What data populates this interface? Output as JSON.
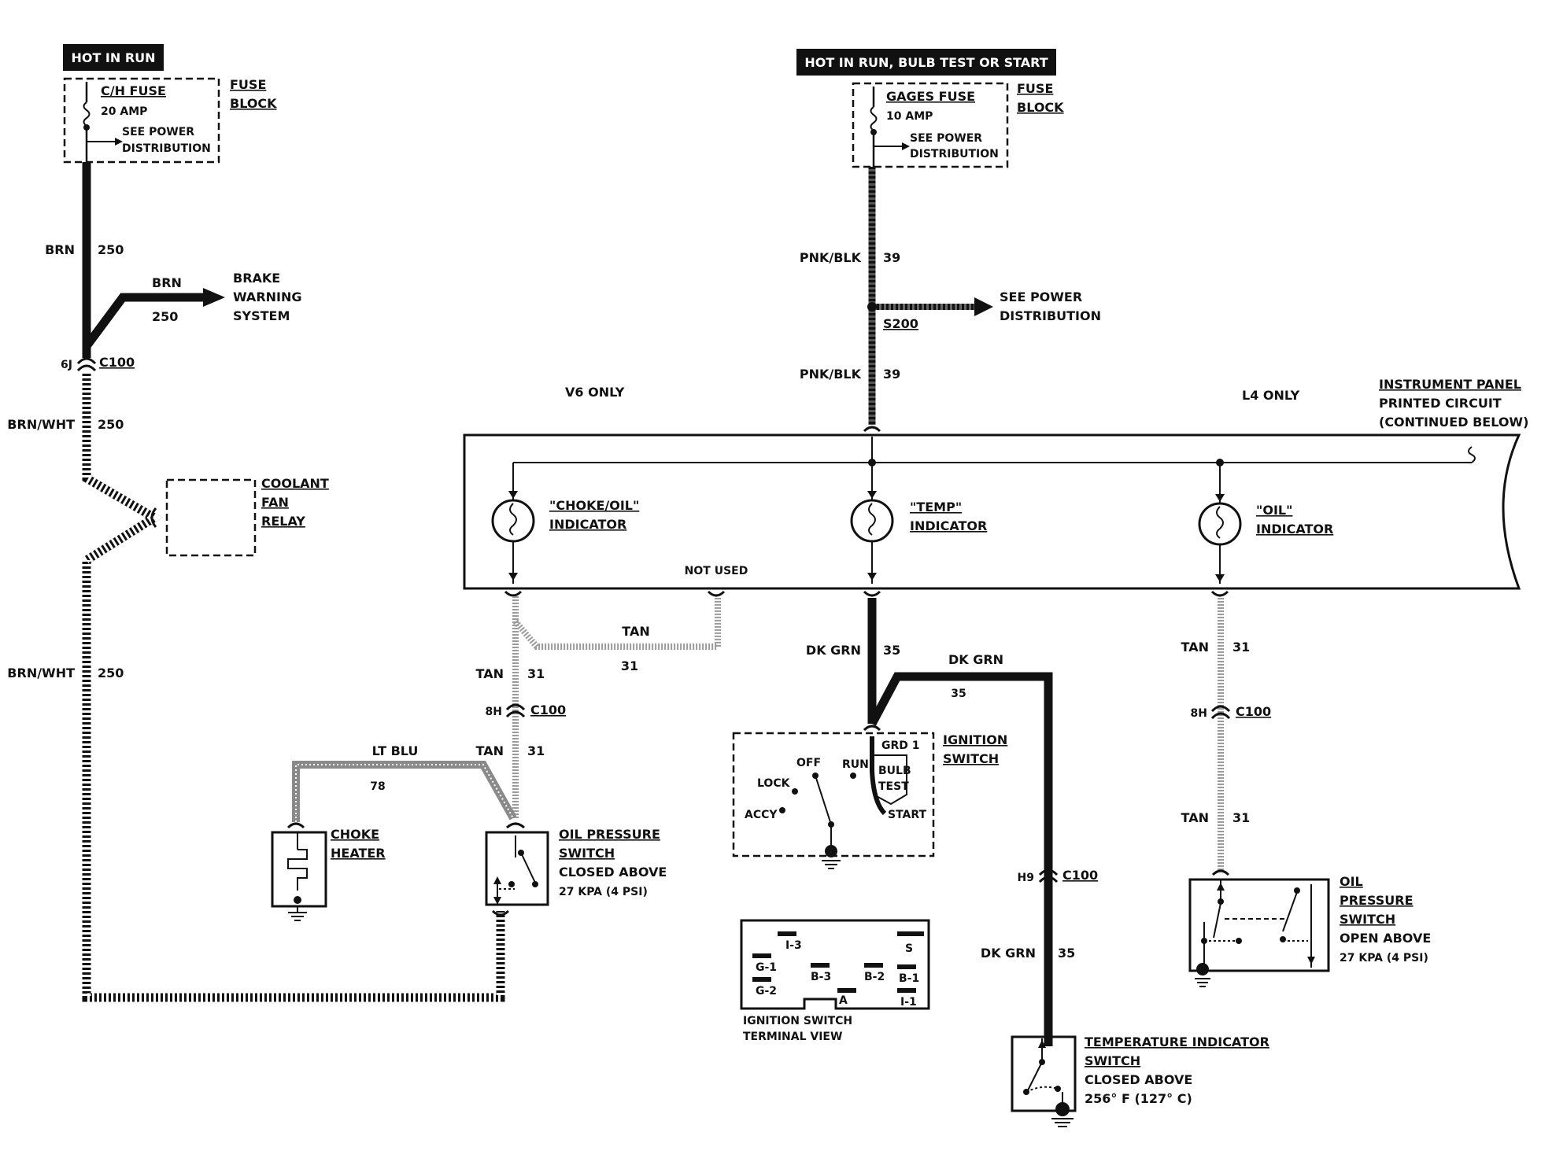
{
  "colors": {
    "ink": "#111111",
    "paper": "#ffffff",
    "tan_wire": "#9a9a9a"
  },
  "sources": {
    "left_hot": "HOT IN RUN",
    "right_hot": "HOT IN RUN,   BULB TEST OR START"
  },
  "fuse_left": {
    "name": "C/H FUSE",
    "rating": "20 AMP",
    "see1": "SEE POWER",
    "see2": "DISTRIBUTION",
    "block1": "FUSE",
    "block2": "BLOCK"
  },
  "fuse_right": {
    "name": "GAGES FUSE",
    "rating": "10 AMP",
    "see1": "SEE POWER",
    "see2": "DISTRIBUTION",
    "block1": "FUSE",
    "block2": "BLOCK"
  },
  "left_circuit": {
    "brn": "BRN",
    "num250": "250",
    "brake_brn": "BRN",
    "brake_250": "250",
    "brake1": "BRAKE",
    "brake2": "WARNING",
    "brake3": "SYSTEM",
    "c100_pin": "6J",
    "c100": "C100",
    "brnwht": "BRN/WHT",
    "relay1": "COOLANT",
    "relay2": "FAN",
    "relay3": "RELAY"
  },
  "gages_circuit": {
    "pnkblk": "PNK/BLK",
    "num39": "39",
    "see1": "SEE POWER",
    "see2": "DISTRIBUTION",
    "splice": "S200"
  },
  "panel": {
    "v6": "V6 ONLY",
    "l4": "L4 ONLY",
    "title1": "INSTRUMENT PANEL",
    "title2": "PRINTED CIRCUIT",
    "title3": "(CONTINUED BELOW)",
    "choke1": "\"CHOKE/OIL\"",
    "choke2": "INDICATOR",
    "temp1": "\"TEMP\"",
    "temp2": "INDICATOR",
    "oil1": "\"OIL\"",
    "oil2": "INDICATOR",
    "not_used": "NOT USED"
  },
  "wires": {
    "tan": "TAN",
    "num31": "31",
    "c100_8h": "8H",
    "c100": "C100",
    "ltblu": "LT BLU",
    "num78": "78",
    "dkgrn": "DK GRN",
    "num35": "35",
    "c100_h9": "H9"
  },
  "components": {
    "choke1": "CHOKE",
    "choke2": "HEATER",
    "ops1": "OIL PRESSURE",
    "ops2": "SWITCH",
    "ops3": "CLOSED ABOVE",
    "ops4": "27 KPA (4 PSI)",
    "oil1": "OIL",
    "oil2": "PRESSURE",
    "oil3": "SWITCH",
    "oil4": "OPEN ABOVE",
    "oil5": "27 KPA (4 PSI)",
    "temp1": "TEMPERATURE INDICATOR",
    "temp2": "SWITCH",
    "temp3": "CLOSED ABOVE",
    "temp4": "256° F (127° C)"
  },
  "ignition": {
    "name1": "IGNITION",
    "name2": "SWITCH",
    "grd": "GRD 1",
    "off": "OFF",
    "run": "RUN",
    "lock": "LOCK",
    "accy": "ACCY",
    "bulb": "BULB",
    "test": "TEST",
    "start": "START",
    "tv1": "IGNITION SWITCH",
    "tv2": "TERMINAL VIEW",
    "t_i3": "I-3",
    "t_s": "S",
    "t_g1": "G-1",
    "t_g2": "G-2",
    "t_b3": "B-3",
    "t_b2": "B-2",
    "t_b1": "B-1",
    "t_a": "A",
    "t_i1": "I-1"
  }
}
